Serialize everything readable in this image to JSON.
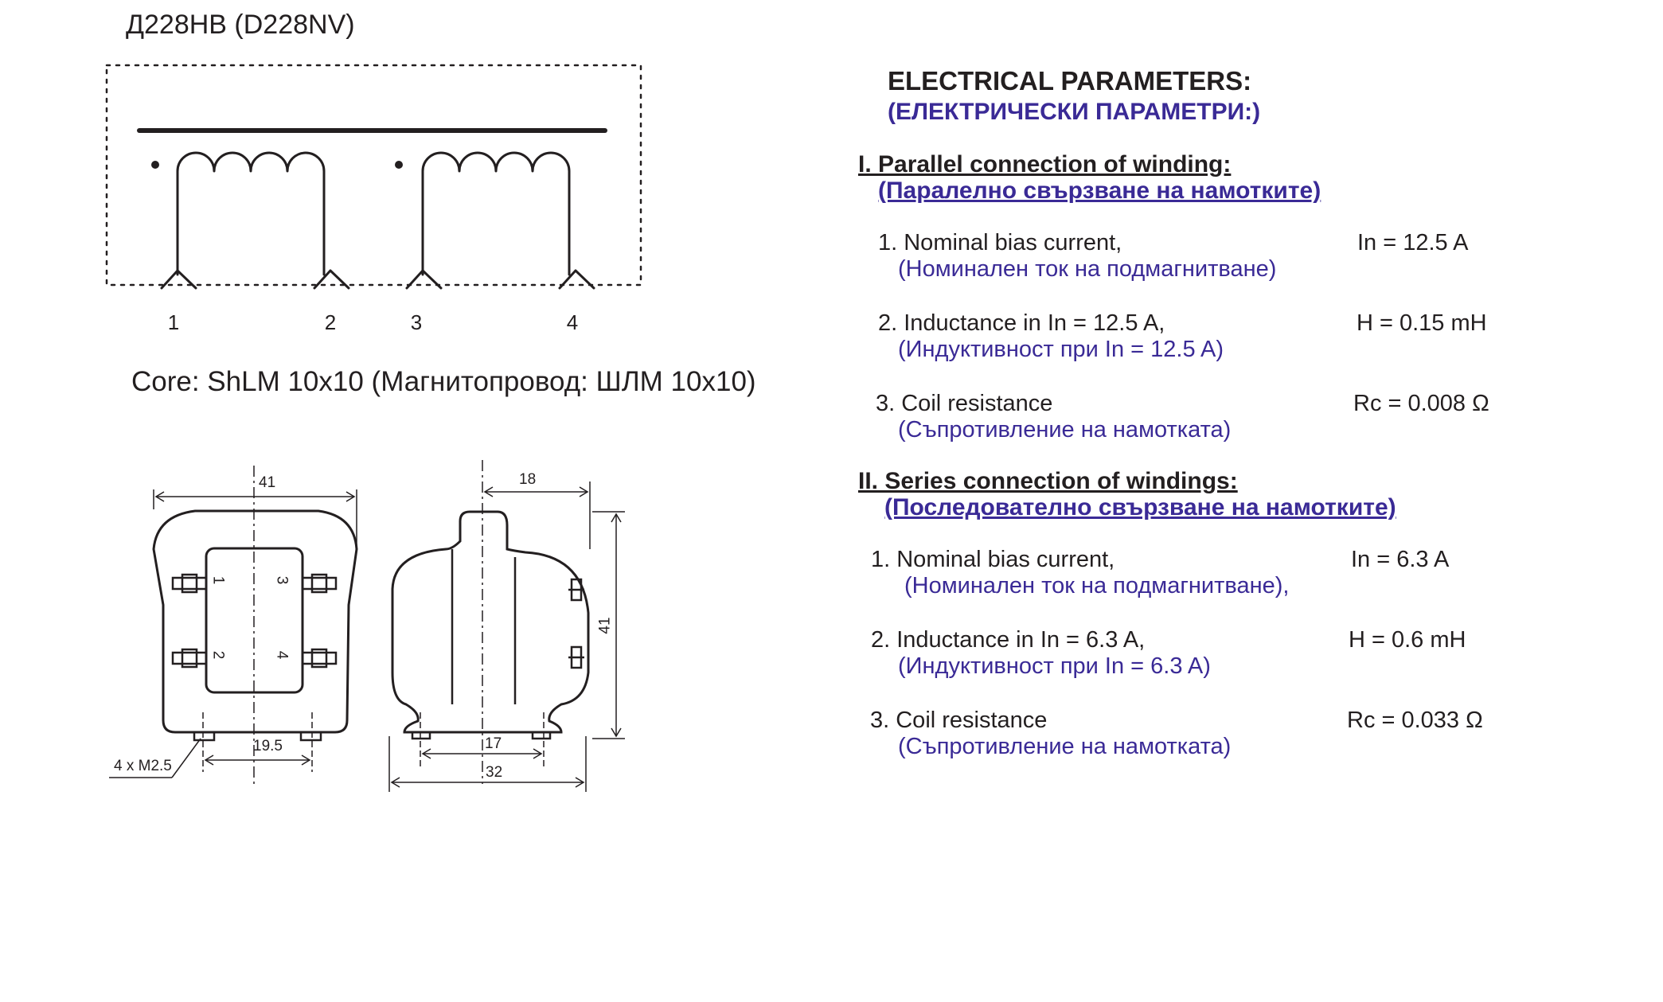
{
  "colors": {
    "ink": "#231f20",
    "accent": "#3a2a96"
  },
  "title": "Д228НВ (D228NV)",
  "core_label": "Core: ShLM 10x10 (Магнитопровод: ШЛМ 10x10)",
  "pins": [
    "1",
    "2",
    "3",
    "4"
  ],
  "dimensions": {
    "front_width": "41",
    "front_pin_spacing": "19.5",
    "front_pin_labels": [
      "1",
      "3",
      "2",
      "4"
    ],
    "mounting": "4 x M2.5",
    "side_top": "18",
    "side_height": "41",
    "side_pin_spacing": "17",
    "side_width": "32"
  },
  "params": {
    "heading": "ELECTRICAL PARAMETERS:",
    "heading_bg": "(ЕЛЕКТРИЧЕСКИ ПАРАМЕТРИ:)",
    "sections": [
      {
        "title": "I. Parallel connection of winding:",
        "title_bg": "(Паралелно свързване на намотките)",
        "items": [
          {
            "label": "1. Nominal bias current,",
            "label_bg": "(Номинален ток на подмагнитване)",
            "value": "In = 12.5 A"
          },
          {
            "label": "2. Inductance in In = 12.5 A,",
            "label_bg": "(Индуктивност при In = 12.5 A)",
            "value": "H = 0.15 mH"
          },
          {
            "label": "3. Coil resistance",
            "label_bg": "(Съпротивление на намотката)",
            "value": "Rc = 0.008 Ω"
          }
        ]
      },
      {
        "title": "II. Series connection of windings:",
        "title_bg": "(Последователно свързване на намотките)",
        "items": [
          {
            "label": "1. Nominal bias current,",
            "label_bg": "(Номинален ток на подмагнитване),",
            "value": "In = 6.3 A"
          },
          {
            "label": "2. Inductance in In = 6.3 A,",
            "label_bg": "(Индуктивност при In = 6.3 A)",
            "value": "H = 0.6 mH"
          },
          {
            "label": "3. Coil resistance",
            "label_bg": "(Съпротивление на намотката)",
            "value": "Rc = 0.033 Ω"
          }
        ]
      }
    ]
  }
}
